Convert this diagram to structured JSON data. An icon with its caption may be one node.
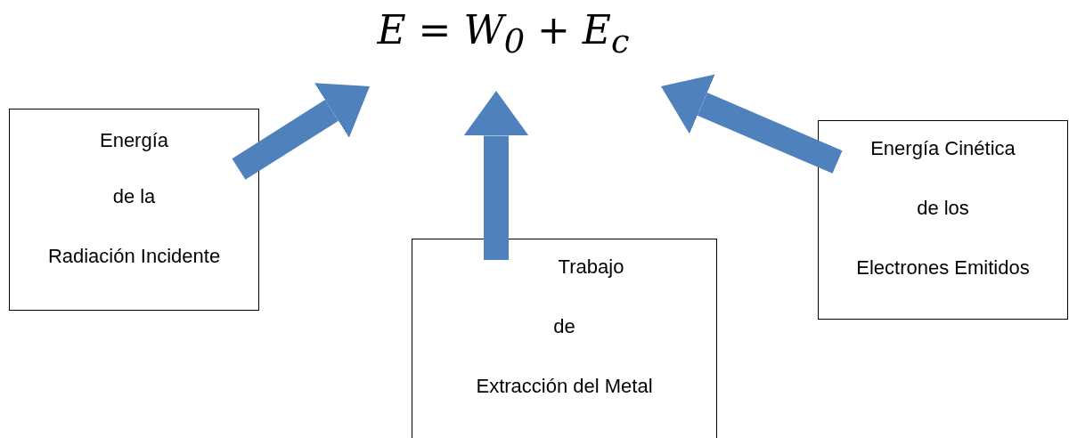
{
  "diagram": {
    "nodes": [
      {
        "text": [
          "E = W$_{0}$ + E$_{c}$"
        ]
      },
      {
        "text": [
          "Energía",
          "de la",
          "Radiación Incidente"
        ]
      },
      {
        "text": [
          "Trabajo",
          "de",
          "Extracción del Metal"
        ]
      },
      {
        "text": [
          "Energía Cinética",
          "de los",
          "Electrones Emitidos"
        ]
      }
    ],
    "edges": [
      {
        "from": 1,
        "to": 0,
        "arrow": "to"
      },
      {
        "from": 2,
        "to": 0,
        "arrow": "to"
      },
      {
        "from": 3,
        "to": 0,
        "arrow": "to"
      }
    ]
  }
}
